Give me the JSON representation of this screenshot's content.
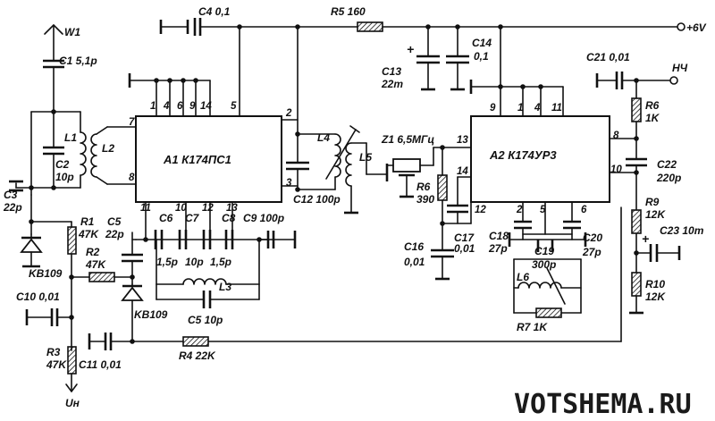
{
  "title": "",
  "watermark": "VOTSHEMA.RU",
  "ics": [
    {
      "ref": "A1 К174ПС1"
    },
    {
      "ref": "A2 К174УР3"
    }
  ],
  "pins": {
    "a1_top": [
      "1",
      "4",
      "6",
      "9",
      "14",
      "5"
    ],
    "a1_left": [
      "7",
      "8"
    ],
    "a1_right": [
      "2",
      "3"
    ],
    "a1_bottom": [
      "11",
      "10",
      "12",
      "13"
    ],
    "a2_top": [
      "9",
      "1",
      "4",
      "11"
    ],
    "a2_left": [
      "13",
      "14",
      "12"
    ],
    "a2_right": [
      "8",
      "10"
    ],
    "a2_bottom": [
      "2",
      "5",
      "6"
    ]
  },
  "components": {
    "W1": "W1",
    "C1": "C1 5,1p",
    "L1": "L1",
    "L2": "L2",
    "C2_ref": "C2",
    "C2_val": "10p",
    "C3_ref": "C3",
    "C3_val": "22p",
    "R1_ref": "R1",
    "R1_val": "47K",
    "VD1": "KB109",
    "C5_ref": "C5",
    "C5_val": "22p",
    "R2_ref": "R2",
    "R2_val": "47K",
    "VD2": "KB109",
    "C10": "C10 0,01",
    "R3_ref": "R3",
    "R3_val": "47K",
    "C11": "C11 0,01",
    "R4": "R4 22K",
    "UH": "Uн",
    "C4": "C4 0,1",
    "R5": "R5 160",
    "plus6": "+6V",
    "C6": "C6",
    "C7": "C7",
    "C8": "C8",
    "C6_val": "1,5p",
    "C7_val": "10p",
    "C8_val": "1,5p",
    "C9": "C9 100p",
    "L3": "L3",
    "C5b": "C5 10p",
    "L4": "L4",
    "L5": "L5",
    "C12": "C12 100p",
    "Z1": "Z1 6,5МГц",
    "R6_ref": "R6",
    "R6_val": "390",
    "C17_ref": "C17",
    "C17_val": "0,01",
    "C16_ref": "C16",
    "C16_val": "0,01",
    "C13_ref": "C13",
    "C13_val": "22m",
    "C14_ref": "C14",
    "C14_val": "0,1",
    "C18_ref": "C18",
    "C18_val": "27p",
    "C19_ref": "C19",
    "C19_val": "300p",
    "C20_ref": "C20",
    "C20_val": "27p",
    "L6": "L6",
    "R7": "R7 1K",
    "C21": "C21 0,01",
    "NCh": "НЧ",
    "R8_ref": "R6",
    "R8_val": "1K",
    "C22_ref": "C22",
    "C22_val": "220p",
    "R9_ref": "R9",
    "R9_val": "12K",
    "C23": "C23 10m",
    "R10_ref": "R10",
    "R10_val": "12K"
  }
}
